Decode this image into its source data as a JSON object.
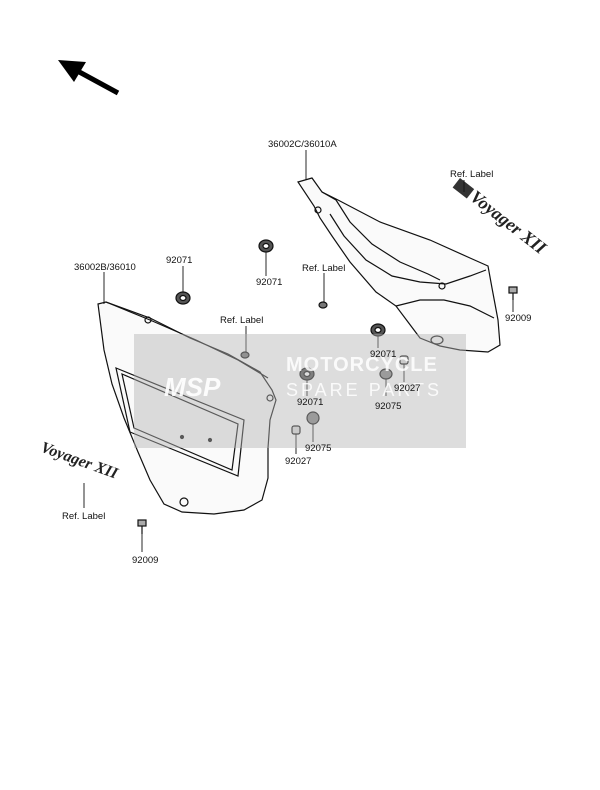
{
  "labels": {
    "part_36002c": "36002C/36010A",
    "part_36002b": "36002B/36010",
    "ref_label_top_right": "Ref. Label",
    "ref_label_center": "Ref. Label",
    "ref_label_left_mid": "Ref. Label",
    "ref_label_left_bottom": "Ref. Label",
    "p92071_a": "92071",
    "p92071_b": "92071",
    "p92071_c": "92071",
    "p92071_d": "92071",
    "p92009_right": "92009",
    "p92009_bottom": "92009",
    "p92027_right": "92027",
    "p92027_left": "92027",
    "p92075_right": "92075",
    "p92075_left": "92075"
  },
  "emblem_text": "Voyager XII",
  "watermark": {
    "logo": "MSP",
    "title": "MOTORCYCLE",
    "subtitle": "SPARE PARTS"
  },
  "icons": [
    "direction-arrow-icon"
  ]
}
